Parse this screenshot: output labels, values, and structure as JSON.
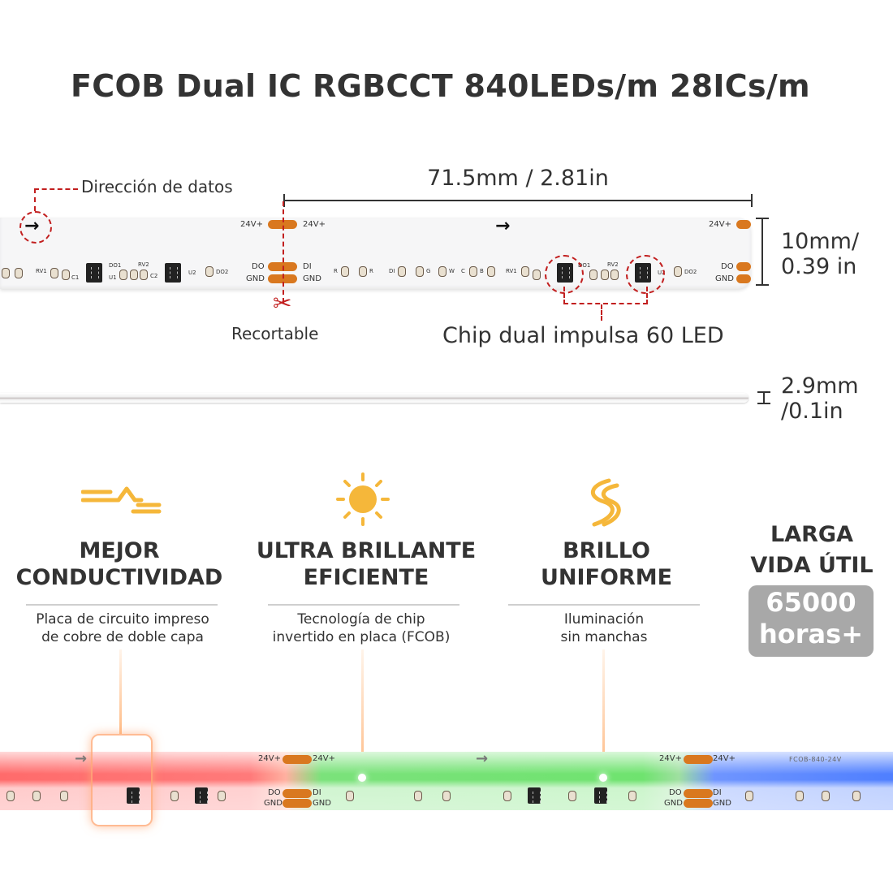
{
  "title": "FCOB Dual IC RGBCCT 840LEDs/m 28ICs/m",
  "diagram": {
    "data_direction_label": "Dirección de datos",
    "length_label": "71.5mm / 2.81in",
    "width_label_line1": "10mm/",
    "width_label_line2": "0.39 in",
    "cuttable_label": "Recortable",
    "dual_chip_label": "Chip dual impulsa 60 LED",
    "thickness_label_line1": "2.9mm",
    "thickness_label_line2": "/0.1in",
    "pad_labels": {
      "v24": "24V+",
      "do": "DO",
      "di": "DI",
      "gnd": "GND"
    },
    "component_labels": {
      "rv1": "RV1",
      "rv2": "RV2",
      "c1": "C1",
      "c2": "C2",
      "u1": "U1",
      "u2": "U2",
      "do1": "DO1",
      "do2": "DO2",
      "r": "R",
      "b": "B",
      "g": "G",
      "w": "W",
      "c": "C",
      "di": "DI"
    },
    "brand_label": "FCOB-840-24V"
  },
  "features": [
    {
      "title_line1": "MEJOR",
      "title_line2": "CONDUCTIVIDAD",
      "desc_line1": "Placa de circuito impreso",
      "desc_line2": "de cobre de doble capa",
      "icon": "conductivity-icon"
    },
    {
      "title_line1": "ULTRA BRILLANTE",
      "title_line2": "EFICIENTE",
      "desc_line1": "Tecnología de chip",
      "desc_line2": "invertido en placa (FCOB)",
      "icon": "sun-icon"
    },
    {
      "title_line1": "BRILLO",
      "title_line2": "UNIFORME",
      "desc_line1": "Iluminación",
      "desc_line2": "sin manchas",
      "icon": "wave-icon"
    },
    {
      "title_line1": "LARGA",
      "title_line2": "VIDA ÚTIL",
      "badge_line1": "65000",
      "badge_line2": "horas+"
    }
  ],
  "colors": {
    "accent_red": "#c21f1f",
    "pad_orange": "#d9781f",
    "icon_yellow": "#f5b73a",
    "badge_gray": "#a8a8a8"
  }
}
